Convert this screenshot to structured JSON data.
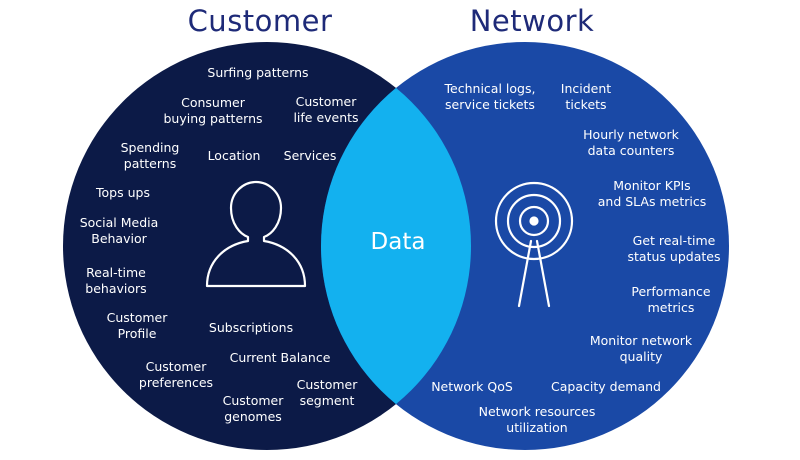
{
  "titles": {
    "customer": "Customer",
    "network": "Network"
  },
  "center_label": "Data",
  "customer_items": [
    "Surfing patterns",
    "Consumer\nbuying patterns",
    "Customer\nlife events",
    "Spending\npatterns",
    "Location",
    "Services",
    "Tops ups",
    "Social Media\nBehavior",
    "Real-time\nbehaviors",
    "Customer\nProfile",
    "Subscriptions",
    "Current Balance",
    "Customer\npreferences",
    "Customer\nsegment",
    "Customer\ngenomes"
  ],
  "network_items": [
    "Technical logs,\nservice tickets",
    "Incident\ntickets",
    "Hourly network\ndata counters",
    "Monitor KPIs\nand SLAs metrics",
    "Get real-time\nstatus updates",
    "Performance\nmetrics",
    "Monitor network\nquality",
    "Network QoS",
    "Capacity demand",
    "Network resources\nutilization"
  ],
  "icons": {
    "customer": "person-icon",
    "network": "antenna-icon"
  },
  "colors": {
    "customer_circle": "#0c1a47",
    "network_circle": "#1a49a6",
    "overlap": "#13b1ef",
    "title_text": "#1e2a78",
    "item_text": "#ffffff"
  }
}
